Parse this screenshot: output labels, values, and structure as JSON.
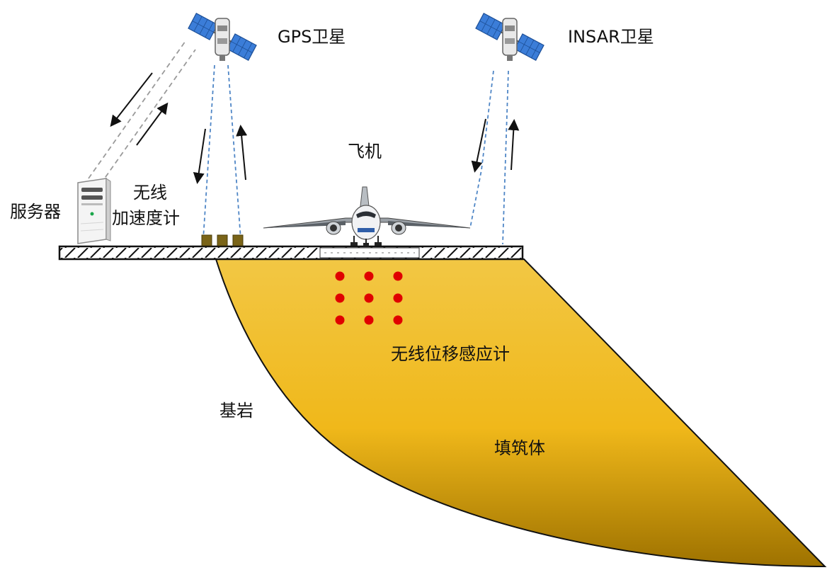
{
  "labels": {
    "gps_satellite": "GPS卫星",
    "insar_satellite": "INSAR卫星",
    "server": "服务器",
    "accelerometer_line1": "无线",
    "accelerometer_line2": "加速度计",
    "aircraft": "飞机",
    "displacement_sensor": "无线位移感应计",
    "bedrock": "基岩",
    "fill_body": "填筑体"
  },
  "icons": {
    "gps_satellite": "satellite-icon",
    "insar_satellite": "satellite-icon",
    "server": "server-icon",
    "aircraft": "airplane-icon",
    "accelerometers": "sensor-box-icon",
    "displacement_sensors": "sensor-dot-icon"
  },
  "colors": {
    "fill_body_top": "#f2c744",
    "fill_body_bottom": "#9e7200",
    "sensor_dot": "#e00000",
    "accelerometer_box": "#7a6418",
    "signal_line": "#4f86c6",
    "server_signal_line": "#9a9a9a",
    "satellite_panel": "#3b7dd8"
  },
  "displacement_sensor_grid": {
    "rows": 3,
    "cols": 3
  },
  "accelerometer_count": 3
}
